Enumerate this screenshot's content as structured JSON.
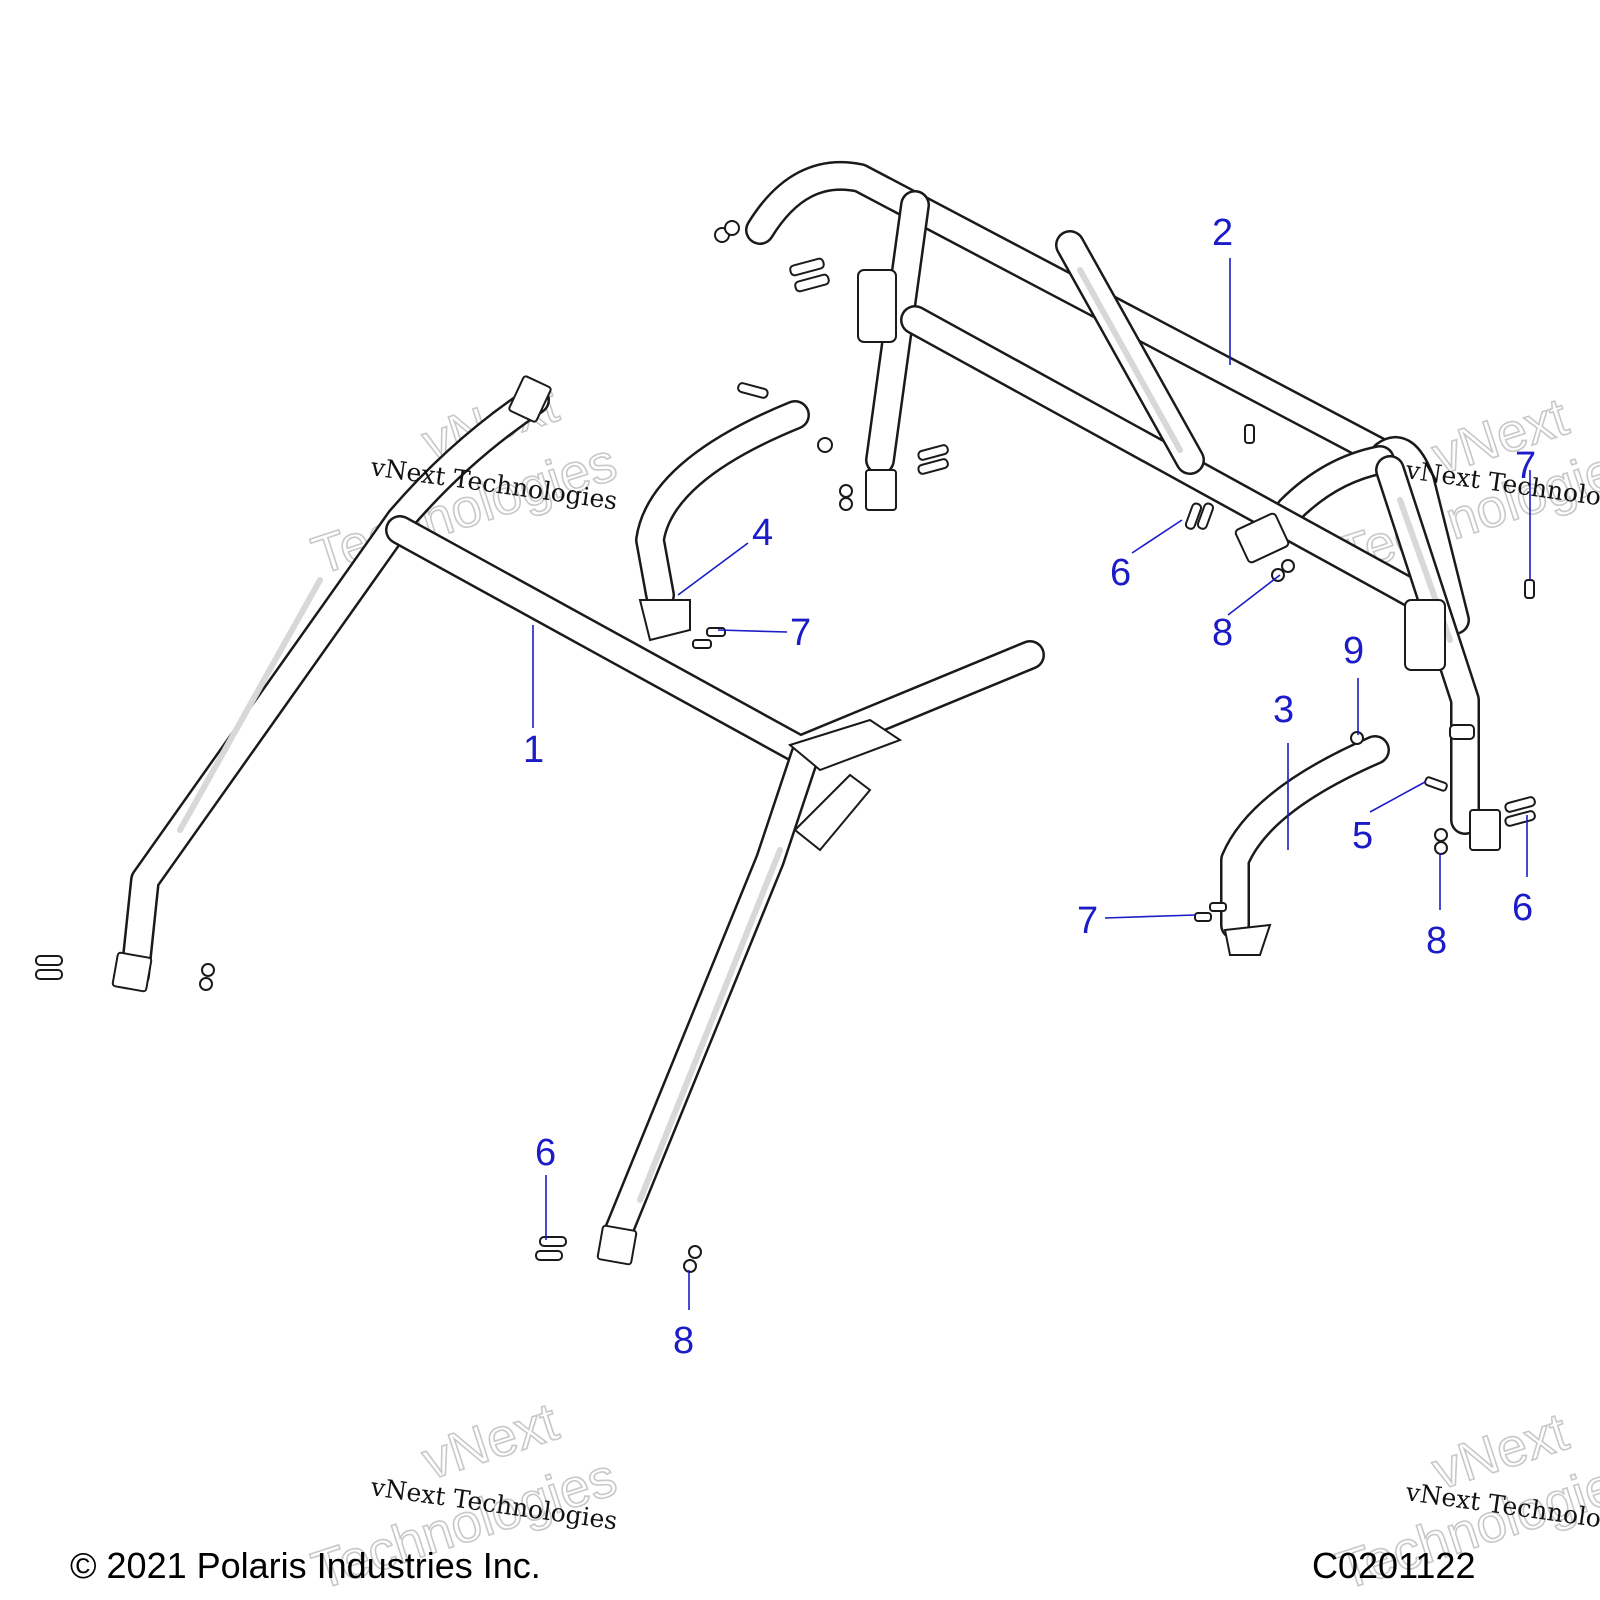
{
  "callouts": {
    "c1": "1",
    "c2": "2",
    "c3": "3",
    "c4": "4",
    "c5": "5",
    "c6a": "6",
    "c6b": "6",
    "c6c": "6",
    "c7a": "7",
    "c7b": "7",
    "c7c": "7",
    "c8a": "8",
    "c8b": "8",
    "c8c": "8",
    "c9": "9"
  },
  "watermark": {
    "line": "vNext Technologies",
    "big1": "vNext",
    "big2": "Technologies"
  },
  "footer": {
    "copyright": "© 2021 Polaris Industries Inc.",
    "code": "C0201122"
  },
  "colors": {
    "callout": "#1b1bc8",
    "line_art": "#1a1a1a",
    "watermark": "#c8c8c8"
  }
}
